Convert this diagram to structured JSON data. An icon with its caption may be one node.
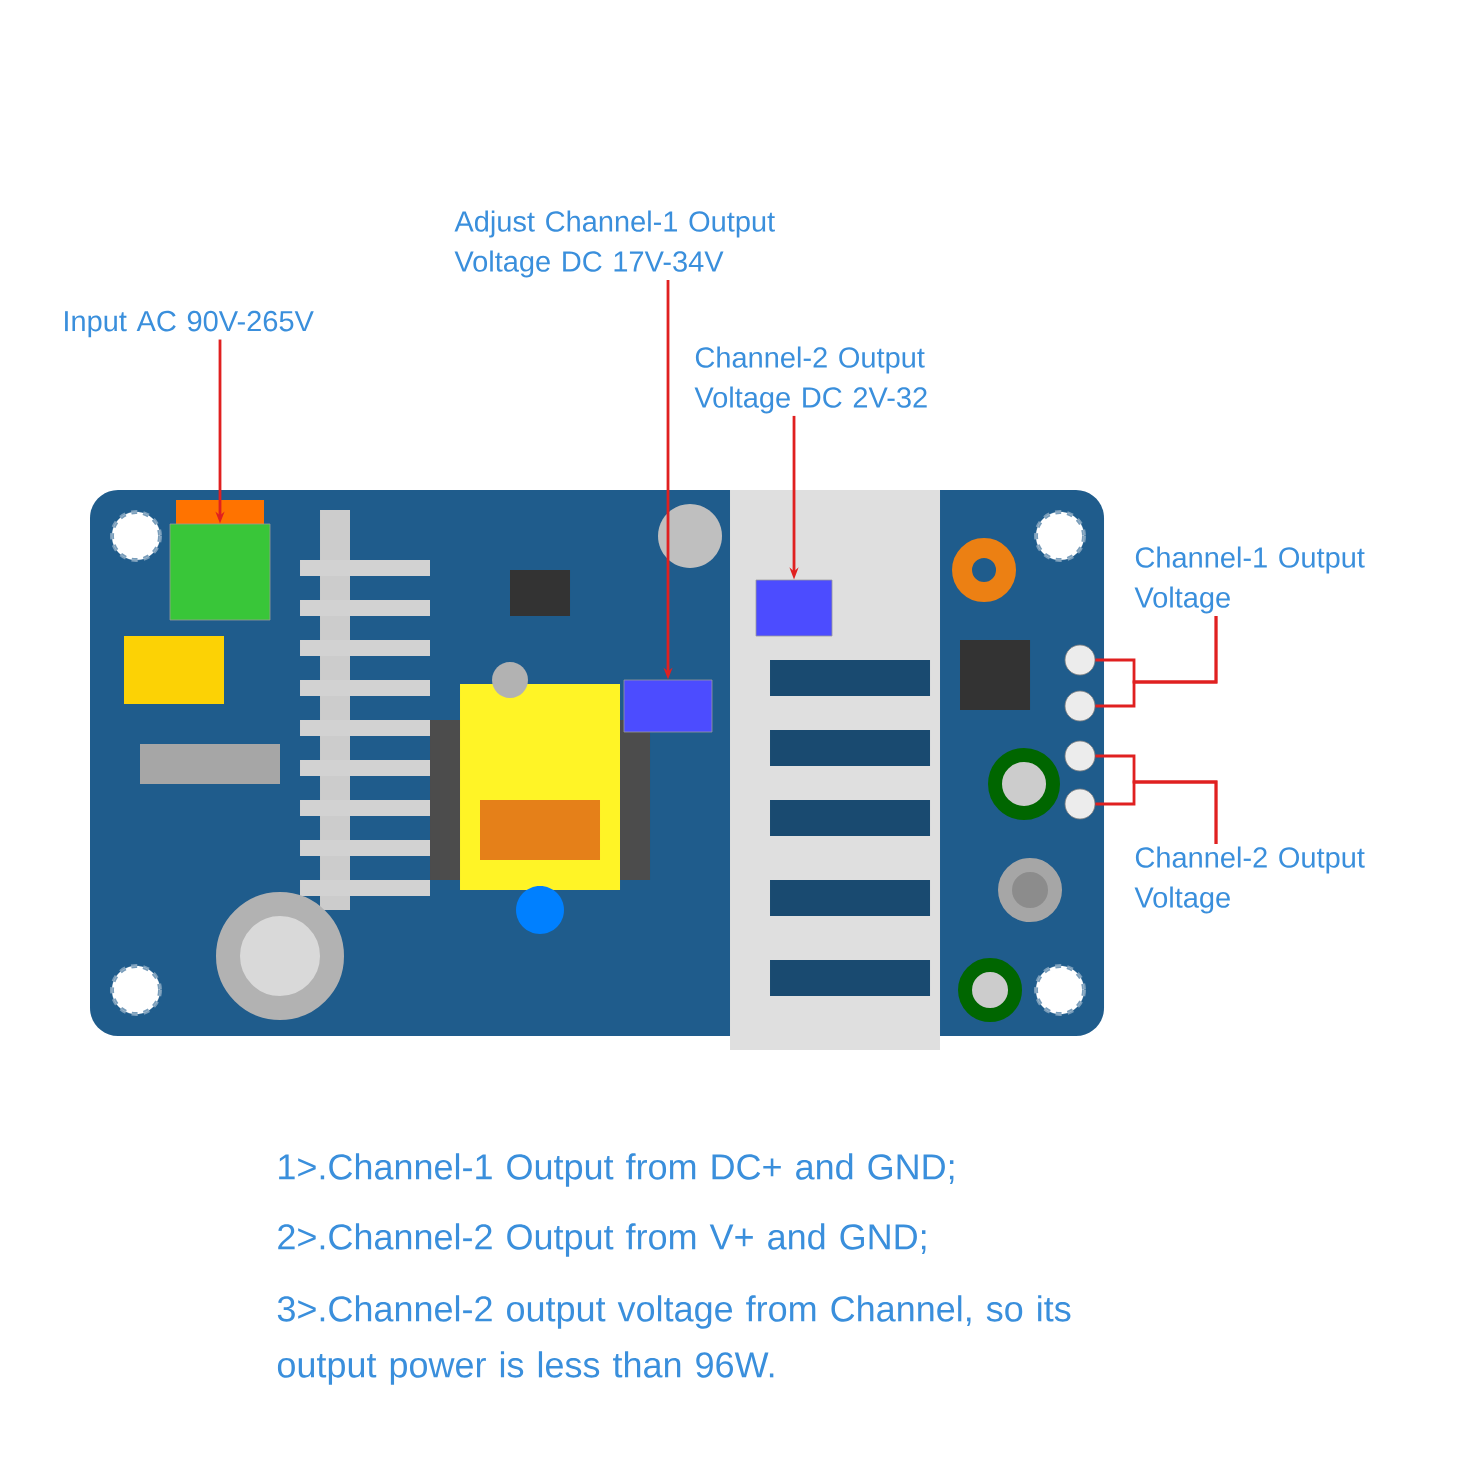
{
  "diagram": {
    "nodes": [
      {
        "text": [
          "Input AC 90V-265V"
        ]
      },
      {
        "text": [
          "Adjust Channel-1 Output Voltage DC 17V-34V"
        ]
      },
      {
        "text": [
          "Channel-2 Output Voltage DC 2V-32"
        ]
      },
      {
        "text": [
          "Channel-1 Output Voltage"
        ]
      },
      {
        "text": [
          "Channel-2 Output Voltage"
        ]
      },
      {
        "text": [],
        "shape": "box"
      },
      {
        "text": [],
        "shape": "box"
      },
      {
        "text": [],
        "shape": "box"
      },
      {
        "text": [],
        "shape": "circle"
      },
      {
        "text": [],
        "shape": "circle"
      },
      {
        "text": [],
        "shape": "circle"
      },
      {
        "text": [],
        "shape": "circle"
      }
    ],
    "edges": [
      {
        "from": 0,
        "to": 5,
        "arrow": "to"
      },
      {
        "from": 1,
        "to": 6,
        "arrow": "to"
      },
      {
        "from": 2,
        "to": 7,
        "arrow": "to"
      },
      {
        "from": 3,
        "to": 8,
        "arrow": "none"
      },
      {
        "from": 3,
        "to": 9,
        "arrow": "none"
      },
      {
        "from": 4,
        "to": 10,
        "arrow": "none"
      },
      {
        "from": 4,
        "to": 11,
        "arrow": "none"
      }
    ],
    "labels": [
      "1>.Channel-1 Output from DC+ and GND;",
      "2>.Channel-2 Output from V+ and GND;",
      "3>.Channel-2 output voltage from Channel, so its output power is less than 96W."
    ]
  }
}
